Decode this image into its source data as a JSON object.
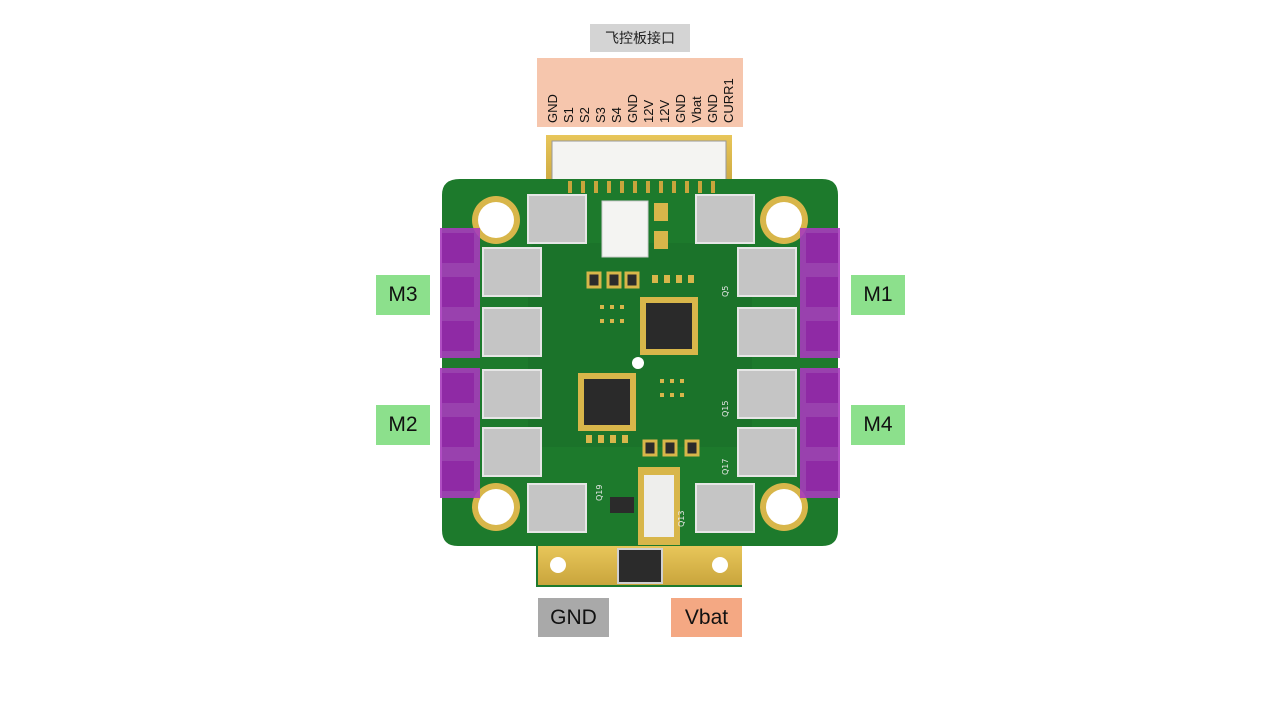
{
  "header": {
    "title": "飞控板接口"
  },
  "connector_pins": [
    "GND",
    "S1",
    "S2",
    "S3",
    "S4",
    "GND",
    "12V",
    "12V",
    "GND",
    "Vbat",
    "GND",
    "CURR1"
  ],
  "motors": {
    "m1": "M1",
    "m2": "M2",
    "m3": "M3",
    "m4": "M4"
  },
  "power": {
    "gnd": "GND",
    "vbat": "Vbat"
  },
  "silkscreen": {
    "q5": "Q5",
    "q15": "Q15",
    "q17": "Q17",
    "q13": "Q13",
    "q19": "Q19"
  },
  "colors": {
    "header_bg": "#d4d4d4",
    "pin_box_bg": "#f6c6ad",
    "motor_tag_bg": "#8ce08c",
    "gnd_tag_bg": "#a9a9a9",
    "vbat_tag_bg": "#f4a883",
    "pcb_green": "#1d7a2c",
    "motor_pad": "#a73bbd",
    "gold": "#d8b64a"
  }
}
